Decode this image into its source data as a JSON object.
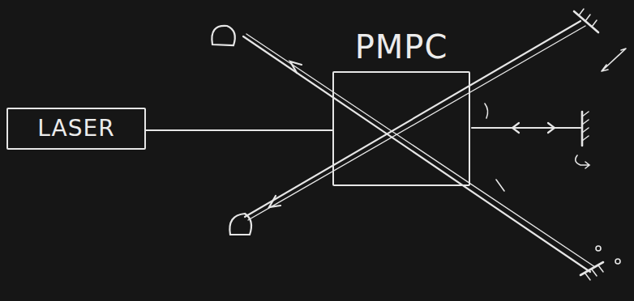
{
  "diagram": {
    "nodes": [
      {
        "text": [
          "LASER"
        ]
      },
      {
        "text": [
          "PMPC"
        ]
      }
    ],
    "edges": [
      {
        "from": 0,
        "to": 1,
        "arrow": "none"
      }
    ]
  }
}
